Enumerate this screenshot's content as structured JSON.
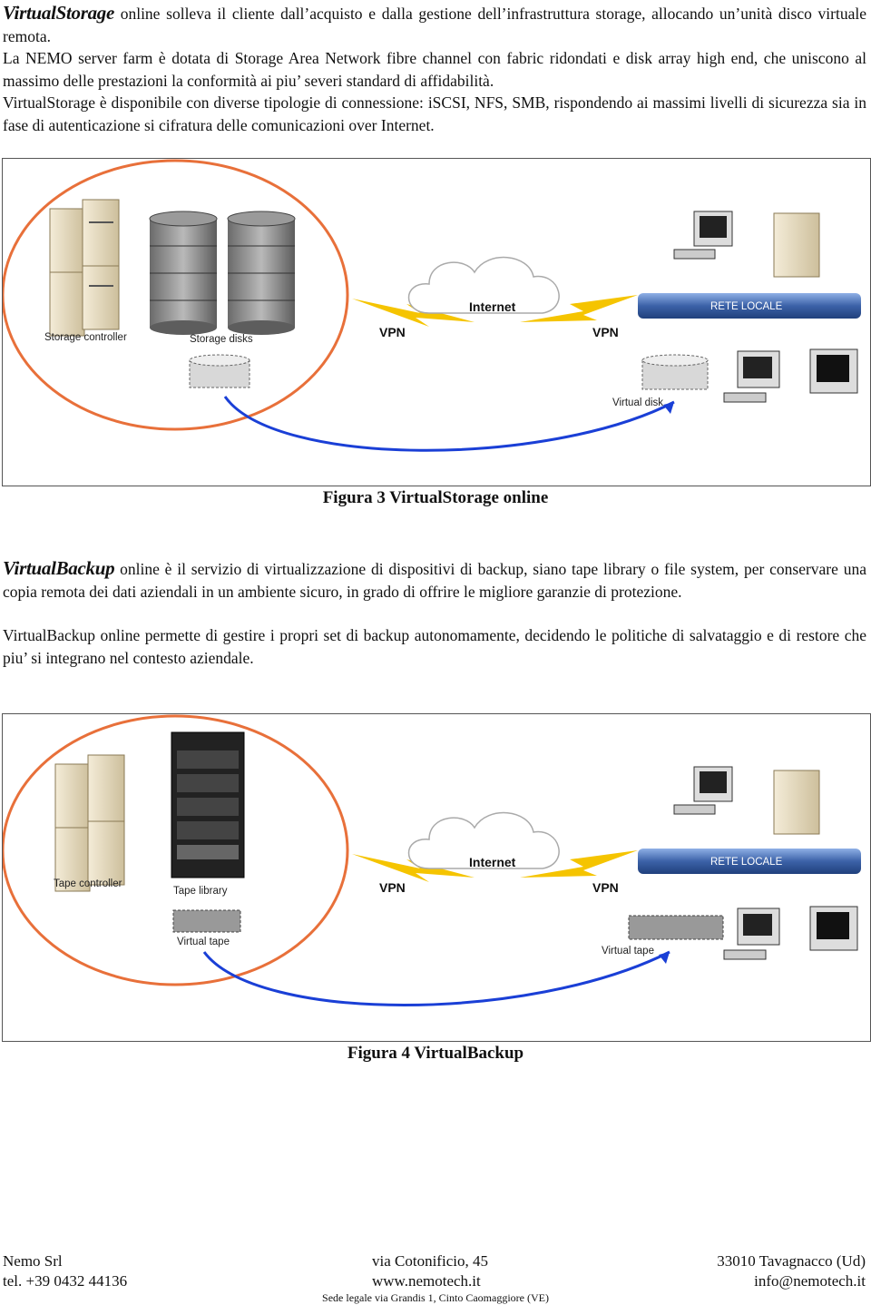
{
  "section1": {
    "brand": "VirtualStorage",
    "intro": " online solleva il cliente dall’acquisto e dalla gestione dell’infrastruttura storage, allocando un’unità disco virtuale remota.",
    "p2": "La NEMO server farm è dotata di Storage Area Network fibre channel con fabric ridondati e disk array high end, che uniscono al massimo delle prestazioni la conformità ai piu’ severi standard di affidabilità.",
    "p3": "VirtualStorage è disponibile con diverse tipologie di connessione: iSCSI, NFS, SMB, rispondendo ai massimi livelli di sicurezza sia in fase di autenticazione si cifratura delle comunicazioni over Internet."
  },
  "figure3": {
    "caption": "Figura 3 VirtualStorage online",
    "storage_controller": "Storage controller",
    "storage_disks": "Storage disks",
    "internet": "Internet",
    "vpn_left": "VPN",
    "vpn_right": "VPN",
    "rete_locale": "RETE LOCALE",
    "virtual_disk": "Virtual disk"
  },
  "section2": {
    "brand": "VirtualBackup",
    "intro": " online è il servizio di virtualizzazione di dispositivi di backup, siano tape library o file system, per conservare una copia remota dei dati aziendali in un ambiente sicuro, in grado di offrire le migliore garanzie di protezione.",
    "p2": "VirtualBackup online permette di gestire i propri set di backup autonomamente, decidendo le politiche di salvataggio e di restore che piu’ si integrano nel contesto aziendale."
  },
  "figure4": {
    "caption": "Figura 4 VirtualBackup",
    "tape_controller": "Tape controller",
    "tape_library": "Tape library",
    "virtual_tape_left": "Virtual tape",
    "internet": "Internet",
    "vpn_left": "VPN",
    "vpn_right": "VPN",
    "rete_locale": "RETE LOCALE",
    "virtual_tape_right": "Virtual tape"
  },
  "footer": {
    "company": "Nemo Srl",
    "phone": "tel. +39 0432 44136",
    "address": "via Cotonificio, 45",
    "website": "www.nemotech.it",
    "city": "33010 Tavagnacco (Ud)",
    "email": "info@nemotech.it",
    "legal": "Sede legale via Grandis 1, Cinto Caomaggiore (VE)"
  },
  "colors": {
    "ellipse_border": "#e8703a",
    "arrow": "#1a3fd6",
    "cloud_fill": "#ffffff",
    "lightning": "#f5c400",
    "lan_bar": "#3c62a8"
  }
}
